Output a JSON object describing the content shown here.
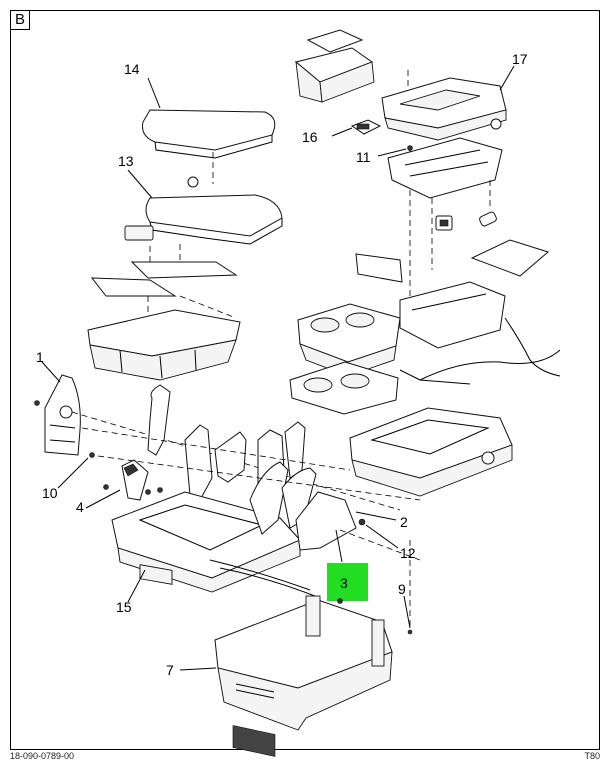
{
  "section_label": "B",
  "callouts": {
    "c1": "1",
    "c2": "2",
    "c3": "3",
    "c4": "4",
    "c7": "7",
    "c9": "9",
    "c10": "10",
    "c11": "11",
    "c12": "12",
    "c13": "13",
    "c14": "14",
    "c15": "15",
    "c16": "16",
    "c17": "17"
  },
  "highlight_color": "#22dd22",
  "footer": {
    "left": "18-090-0789-00",
    "right": "T80"
  }
}
